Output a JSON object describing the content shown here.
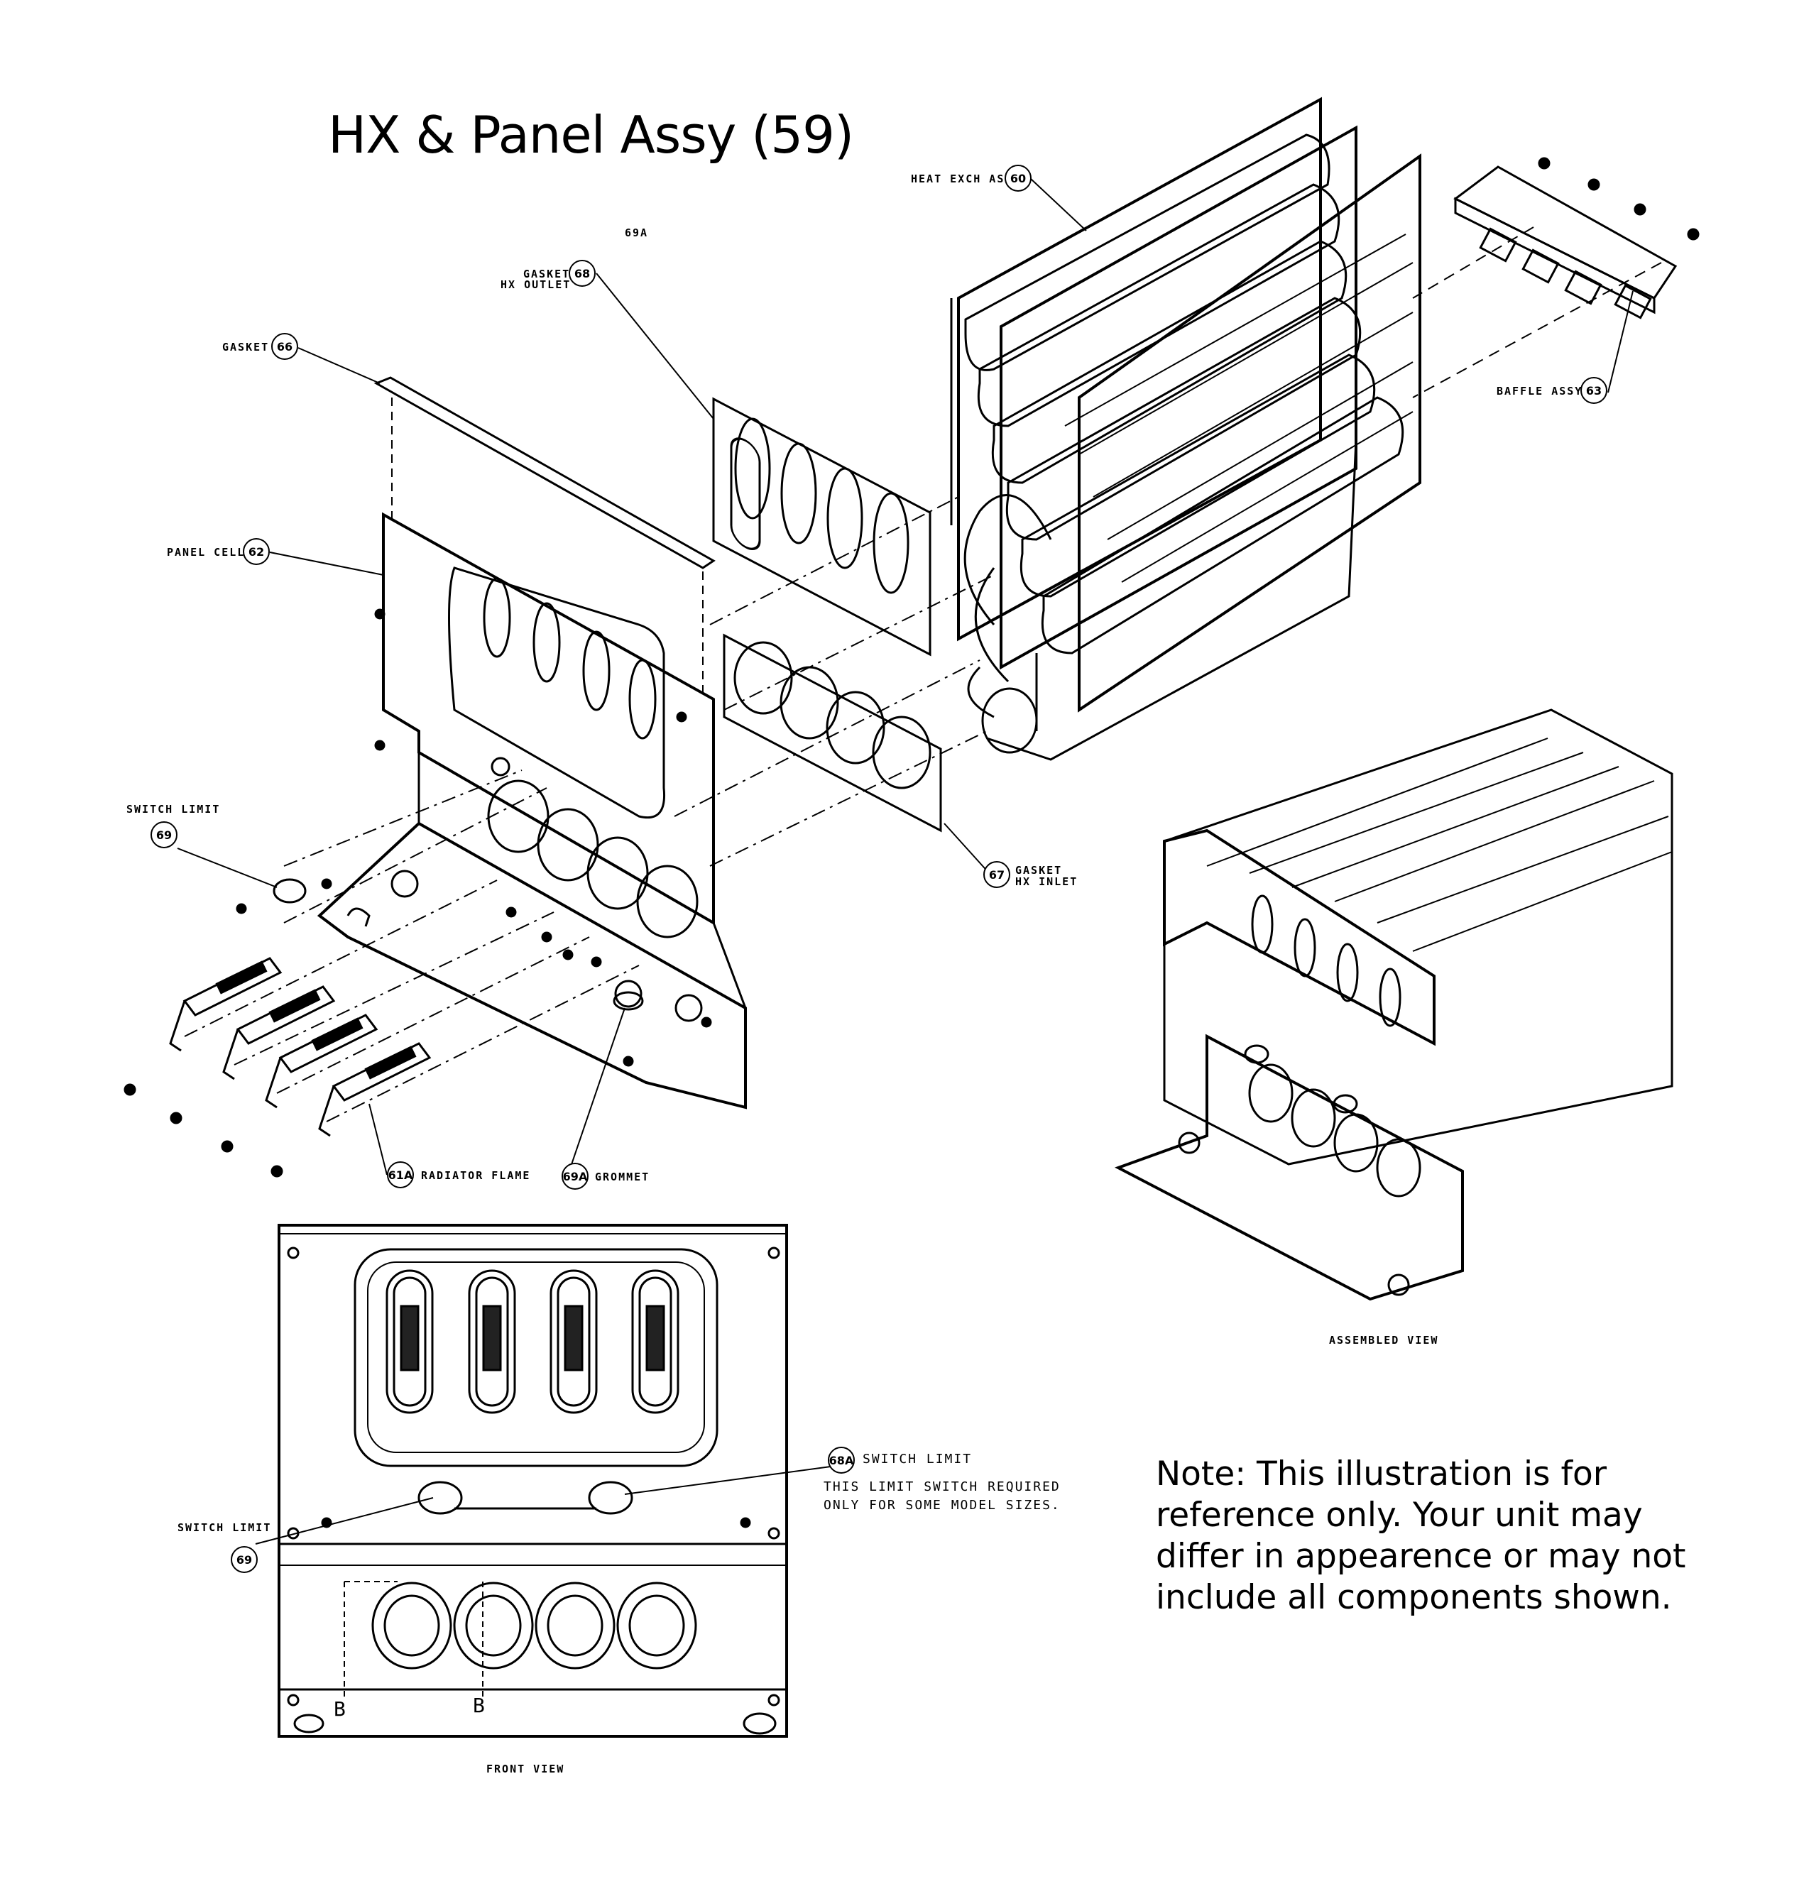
{
  "title": "HX & Panel Assy (59)",
  "note": "Note: This illustration is for reference only. Your unit may differ in appearence or may not include all components shown.",
  "callouts": {
    "heat_exch_assy": {
      "label": "HEAT EXCH ASSY",
      "num": "60"
    },
    "gasket_hx_outlet": {
      "label1": "GASKET",
      "label2": "HX OUTLET",
      "num": "68"
    },
    "gasket_top": {
      "label": "GASKET",
      "num": "66"
    },
    "panel_cell": {
      "label": "PANEL CELL",
      "num": "62"
    },
    "baffle_assy": {
      "label": "BAFFLE ASSY",
      "num": "63"
    },
    "switch_limit_left": {
      "label": "SWITCH LIMIT",
      "num": "69"
    },
    "gasket_hx_inlet": {
      "label1": "GASKET",
      "label2": "HX INLET",
      "num": "67"
    },
    "radiator_flame": {
      "label": "RADIATOR FLAME",
      "num": "61A"
    },
    "grommet": {
      "label": "GROMMET",
      "num": "69A"
    },
    "stray_label": "69A",
    "switch_limit_front": {
      "label": "SWITCH LIMIT",
      "num": "68A",
      "note1": "THIS LIMIT SWITCH REQUIRED",
      "note2": "ONLY FOR SOME MODEL SIZES."
    },
    "switch_limit_front_left": {
      "label": "SWITCH LIMIT",
      "num": "69"
    }
  },
  "views": {
    "assembled": "ASSEMBLED VIEW",
    "front": "FRONT VIEW",
    "section_letter": "B"
  }
}
